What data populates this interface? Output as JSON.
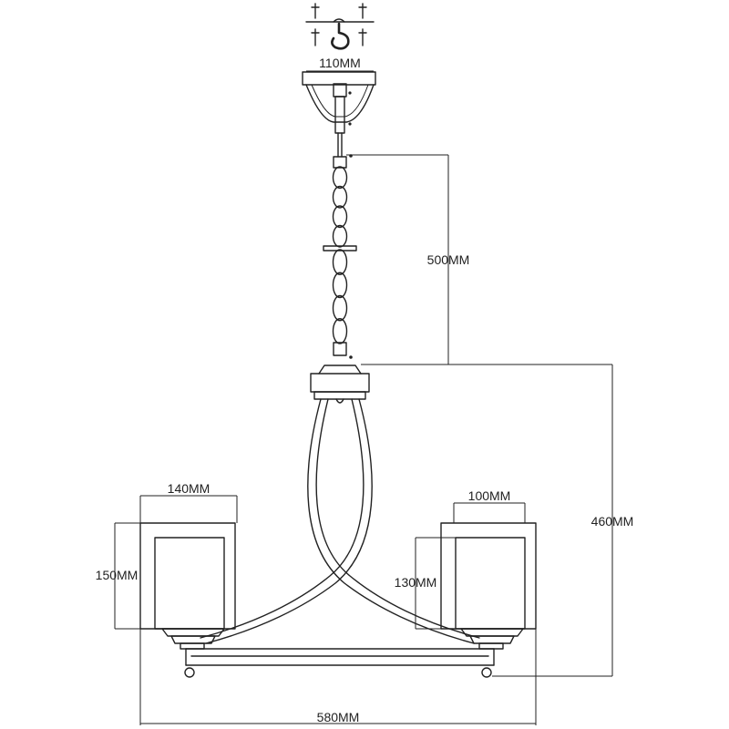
{
  "dimensions": {
    "canopy_width": "110MM",
    "chain_length": "500MM",
    "total_height": "460MM",
    "shade_outer_width": "140MM",
    "shade_outer_height": "150MM",
    "shade_inner_width": "100MM",
    "shade_inner_height": "130MM",
    "overall_width": "580MM"
  },
  "colors": {
    "line": "#222222",
    "background": "#ffffff"
  }
}
